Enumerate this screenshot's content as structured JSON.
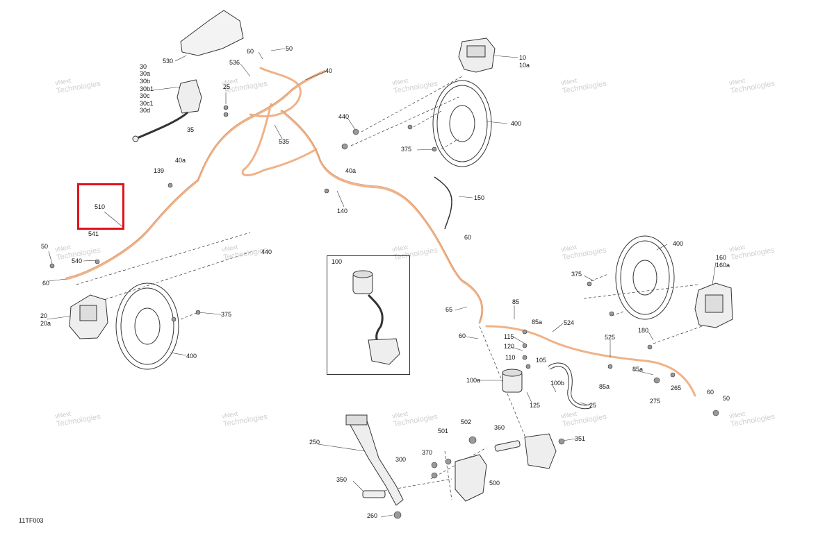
{
  "diagram": {
    "figure_id": "11TF003",
    "watermark": {
      "line1": "vNext",
      "line2": "Technologies"
    },
    "callouts": [
      "530",
      "60",
      "50",
      "536",
      "40",
      "30",
      "30a",
      "30b",
      "30b1",
      "30c",
      "30c1",
      "30d",
      "25",
      "35",
      "535",
      "10",
      "10a",
      "440",
      "400",
      "375",
      "139",
      "40a",
      "40a",
      "140",
      "150",
      "510",
      "50",
      "541",
      "540",
      "60",
      "440",
      "20",
      "20a",
      "375",
      "400",
      "100",
      "60",
      "65",
      "85",
      "85a",
      "524",
      "60",
      "115",
      "120",
      "105",
      "110",
      "525",
      "85a",
      "85a",
      "180",
      "275",
      "265",
      "60",
      "50",
      "400",
      "375",
      "160",
      "160a",
      "100a",
      "100b",
      "125",
      "25",
      "250",
      "502",
      "501",
      "360",
      "351",
      "370",
      "300",
      "350",
      "500",
      "260"
    ],
    "inset_label": "100",
    "highlight_label": "510"
  },
  "colors": {
    "brake_line": "#f0b287",
    "highlight": "#e0121b",
    "ink": "#222222"
  }
}
